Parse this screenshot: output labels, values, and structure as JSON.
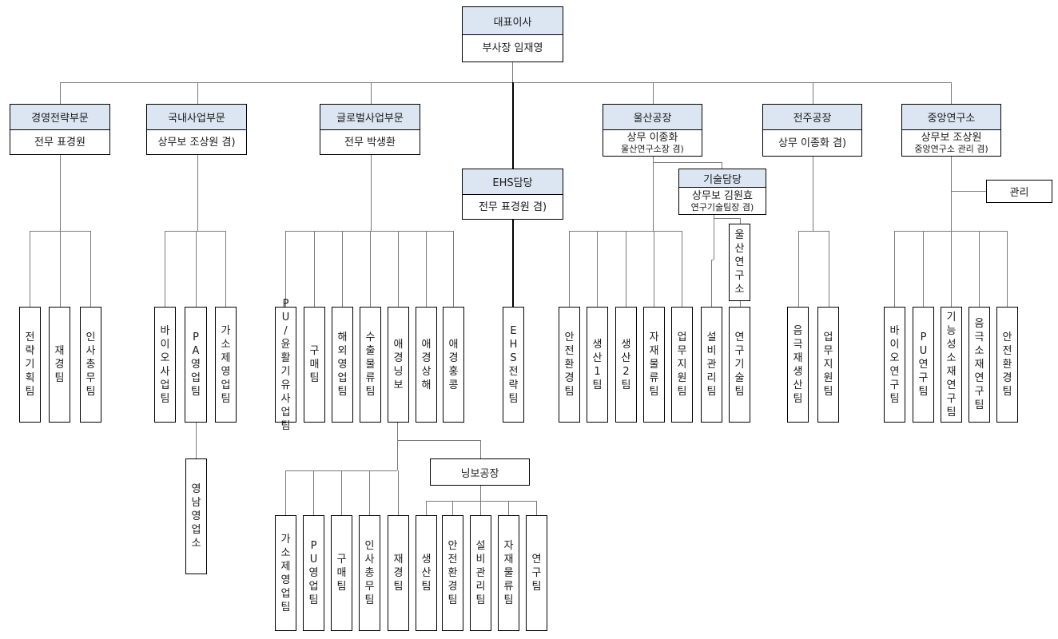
{
  "ceo": {
    "title": "대표이사",
    "name": "부사장 임재영"
  },
  "divisions": [
    {
      "id": "mgmt",
      "title": "경영전략부문",
      "name": "전무 표경원",
      "sub": ""
    },
    {
      "id": "domestic",
      "title": "국내사업부문",
      "name": "상무보 조상원 겸)",
      "sub": ""
    },
    {
      "id": "global",
      "title": "글로벌사업부문",
      "name": "전무 박생환",
      "sub": ""
    },
    {
      "id": "ehs",
      "title": "EHS담당",
      "name": "전무 표경원 겸)",
      "sub": ""
    },
    {
      "id": "ulsan",
      "title": "울산공장",
      "name": "상무 이종화",
      "sub": "울산연구소장 겸)"
    },
    {
      "id": "tech",
      "title": "기술담당",
      "name": "상무보 김원효",
      "sub": "연구기술팀장 겸)"
    },
    {
      "id": "jeonju",
      "title": "전주공장",
      "name": "상무 이종화 겸)",
      "sub": ""
    },
    {
      "id": "rnd",
      "title": "중앙연구소",
      "name": "상무보 조상원",
      "sub": "중앙연구소 관리 겸)"
    }
  ],
  "boxes": {
    "rnd_admin": "관리",
    "ningbo_plant": "닝보공장"
  },
  "teams": {
    "mgmt": [
      "전략기획팀",
      "재경팀",
      "인사총무팀"
    ],
    "domestic": [
      "바이오사업팀",
      "PA영업팀",
      "가소제영업팀"
    ],
    "domestic_branch": [
      "영남영업소"
    ],
    "global": [
      "PU/윤활기유사업팀",
      "구매팀",
      "해외영업팀",
      "수출물류팀",
      "애경닝보",
      "애경상해",
      "애경홍콩"
    ],
    "ehs": [
      "EHS전략팀"
    ],
    "ulsan": [
      "안전환경팀",
      "생산1팀",
      "생산2팀",
      "자재물류팀",
      "업무지원팀",
      "설비관리팀",
      "연구기술팀"
    ],
    "ulsan_lab": [
      "울산연구소"
    ],
    "jeonju": [
      "음극재생산팀",
      "업무지원팀"
    ],
    "rnd": [
      "바이오연구팀",
      "PU연구팀",
      "기능성소재연구팀",
      "음극소재연구팀",
      "안전환경팀"
    ],
    "ningbo": [
      "가소제영업팀",
      "PU영업팀",
      "구매팀",
      "인사총무팀",
      "재경팀"
    ],
    "ningbo_plant": [
      "생산팀",
      "안전환경팀",
      "설비관리팀",
      "자재물류팀",
      "연구팀"
    ]
  },
  "colors": {
    "header_fill": "#dce6f2",
    "line": "#7a7a7a",
    "border": "#000000"
  }
}
